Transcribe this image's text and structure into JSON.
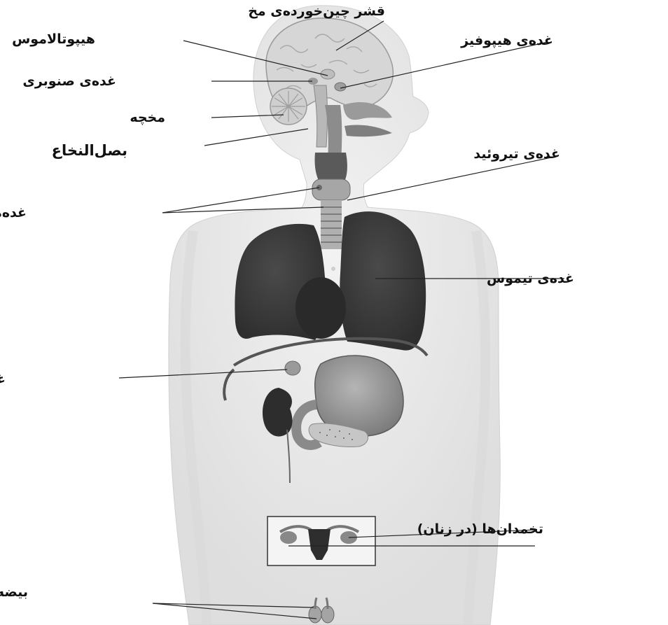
{
  "labels": {
    "cortex": "قشر چین‌خورده‌ی مخ",
    "hypothalamus": "هیپوتالاموس",
    "pituitary": "غده‌ی هیپوفیز",
    "pineal": "غده‌ی صنوبری",
    "cerebellum": "مخچه",
    "medulla": "بصل‌النخاع",
    "thyroid": "غده‌ی تیروئید",
    "parathyroid": "غده‌های پاراتیروئید",
    "thymus": "غده‌ی تیموس",
    "adrenal": "غده‌ی فوق کلیوی",
    "ovaries": "تخمدان‌ها (در زنان)",
    "testes": "بیضه‌ها (درمردان)"
  },
  "colors": {
    "body_fill": "#ececec",
    "organ_dark": "#3f3f3f",
    "organ_mid": "#8a8a8a",
    "line": "#222222"
  }
}
